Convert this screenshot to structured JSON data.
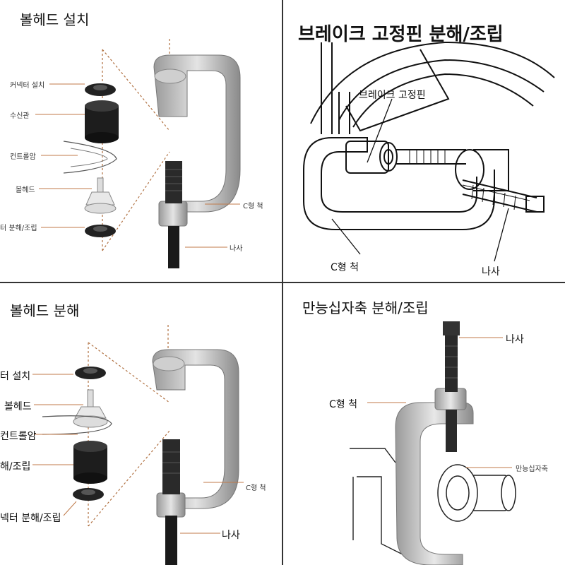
{
  "panels": {
    "bolhead_install": {
      "title": "볼헤드 설치",
      "labels": {
        "connector": "커넥터 설치",
        "receiver": "수신관",
        "control_arm": "컨트롤암",
        "ballhead": "볼헤드",
        "bottom": "터 분해/조립",
        "c_chuck": "C형 척",
        "screw": "나사"
      }
    },
    "brake_pin": {
      "title": "브레이크 고정핀 분해/조립",
      "labels": {
        "brake_pin": "브레이크 고정핀",
        "c_chuck": "C형 척",
        "screw": "나사"
      }
    },
    "bolhead_removal": {
      "title": "볼헤드 분해",
      "labels": {
        "connector": "터 설치",
        "ballhead": "볼헤드",
        "control_arm": "컨트롤암",
        "receiver": "해/조립",
        "bottom": "넥터 분해/조립",
        "c_chuck": "C형 척",
        "screw": "나사"
      }
    },
    "ujoint": {
      "title": "만능십자축 분해/조립",
      "labels": {
        "screw": "나사",
        "c_chuck": "C형 척",
        "ujoint": "만능십자축"
      }
    }
  }
}
